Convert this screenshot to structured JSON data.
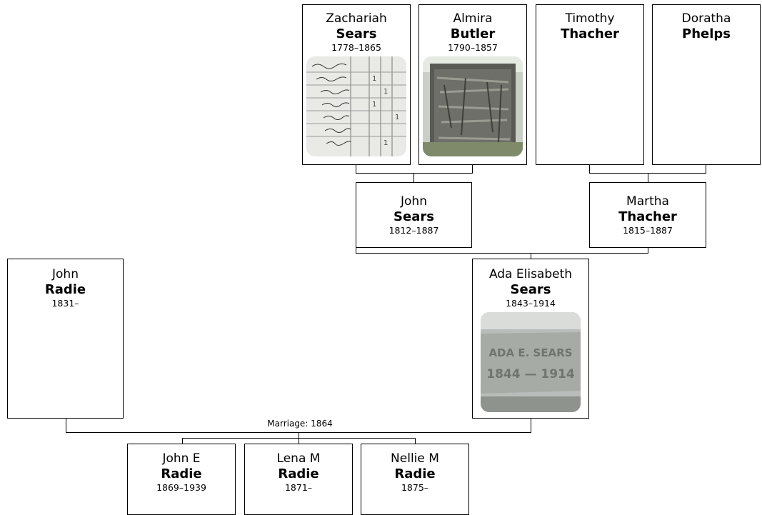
{
  "people": {
    "zachariah": {
      "given": "Zachariah",
      "surname": "Sears",
      "dates": "1778–1865"
    },
    "almira": {
      "given": "Almira",
      "surname": "Butler",
      "dates": "1790–1857"
    },
    "timothy": {
      "given": "Timothy",
      "surname": "Thacher",
      "dates": ""
    },
    "doratha": {
      "given": "Doratha",
      "surname": "Phelps",
      "dates": ""
    },
    "john_sears": {
      "given": "John",
      "surname": "Sears",
      "dates": "1812–1887"
    },
    "martha": {
      "given": "Martha",
      "surname": "Thacher",
      "dates": "1815–1887"
    },
    "john_radie": {
      "given": "John",
      "surname": "Radie",
      "dates": "1831–"
    },
    "ada": {
      "given": "Ada Elisabeth",
      "surname": "Sears",
      "dates": "1843–1914"
    },
    "john_e": {
      "given": "John E",
      "surname": "Radie",
      "dates": "1869–1939"
    },
    "lena": {
      "given": "Lena M",
      "surname": "Radie",
      "dates": "1871–"
    },
    "nellie": {
      "given": "Nellie M",
      "surname": "Radie",
      "dates": "1875–"
    }
  },
  "marriage": {
    "label": "Marriage: 1864"
  },
  "photos": {
    "zachariah": "census-record-document",
    "almira": "gravestone-photo",
    "ada": "gravestone-inscription-photo"
  },
  "colors": {
    "line": "#000000",
    "card_border": "#000000",
    "background": "#ffffff"
  }
}
